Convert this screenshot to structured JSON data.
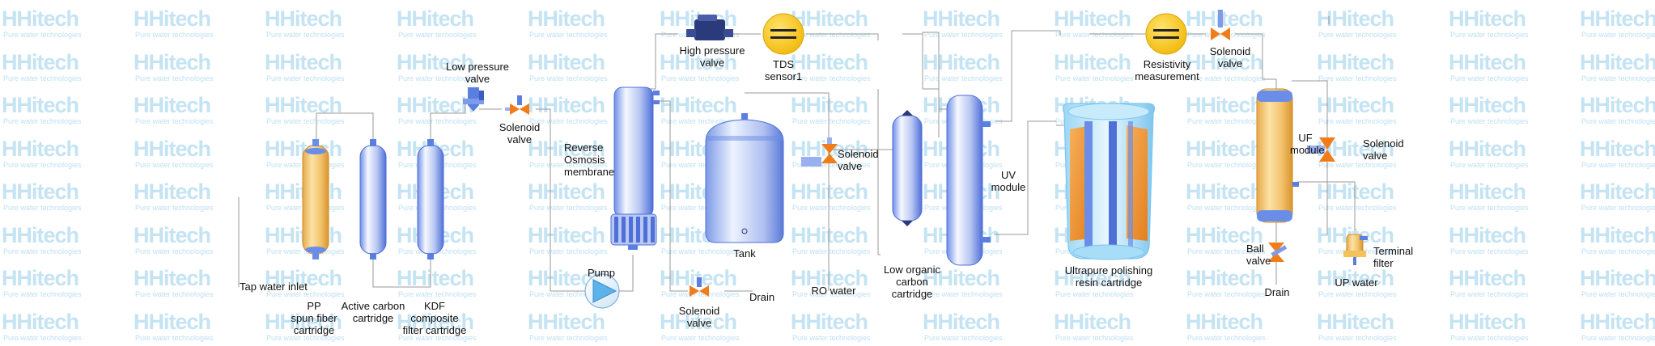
{
  "watermark": {
    "logo": "HHitech",
    "tagline": "Pure water technologies"
  },
  "labels": {
    "tap_water_inlet": "Tap water inlet",
    "pp_cartridge": "PP\nspun fiber\ncartridge",
    "active_carbon": "Active carbon\ncartridge",
    "kdf": "KDF\ncomposite\nfilter cartridge",
    "low_pressure_valve": "Low pressure\nvalve",
    "solenoid_valve_1": "Solenoid\nvalve",
    "ro_membrane": "Reverse\nOsmosis\nmembrane",
    "pump": "Pump",
    "solenoid_valve_drain": "Solenoid\nvalve",
    "drain_1": "Drain",
    "high_pressure_valve": "High pressure\nvalve",
    "tds_sensor": "TDS\nsensor1",
    "tank": "Tank",
    "solenoid_valve_tank": "Solenoid\nvalve",
    "ro_water": "RO water",
    "low_organic": "Low organic\ncarbon\ncartridge",
    "uv_module": "UV\nmodule",
    "resin_cartridge": "Ultrapure polishing\nresin cartridge",
    "resistivity": "Resistivity\nmeasurement",
    "solenoid_valve_top": "Solenoid\nvalve",
    "uf_module": "UF\nmodule",
    "solenoid_valve_uf": "Solenoid\nvalve",
    "ball_valve": "Ball\nvalve",
    "drain_2": "Drain",
    "terminal_filter": "Terminal\nfilter",
    "up_water": "UP water"
  },
  "colors": {
    "pipe": "#9a9a9a",
    "valve": "#f07d1a",
    "vessel_blue": "#5f84e6",
    "pp_fill": "#f4c25a",
    "sensor_yellow": "#f5c518"
  }
}
